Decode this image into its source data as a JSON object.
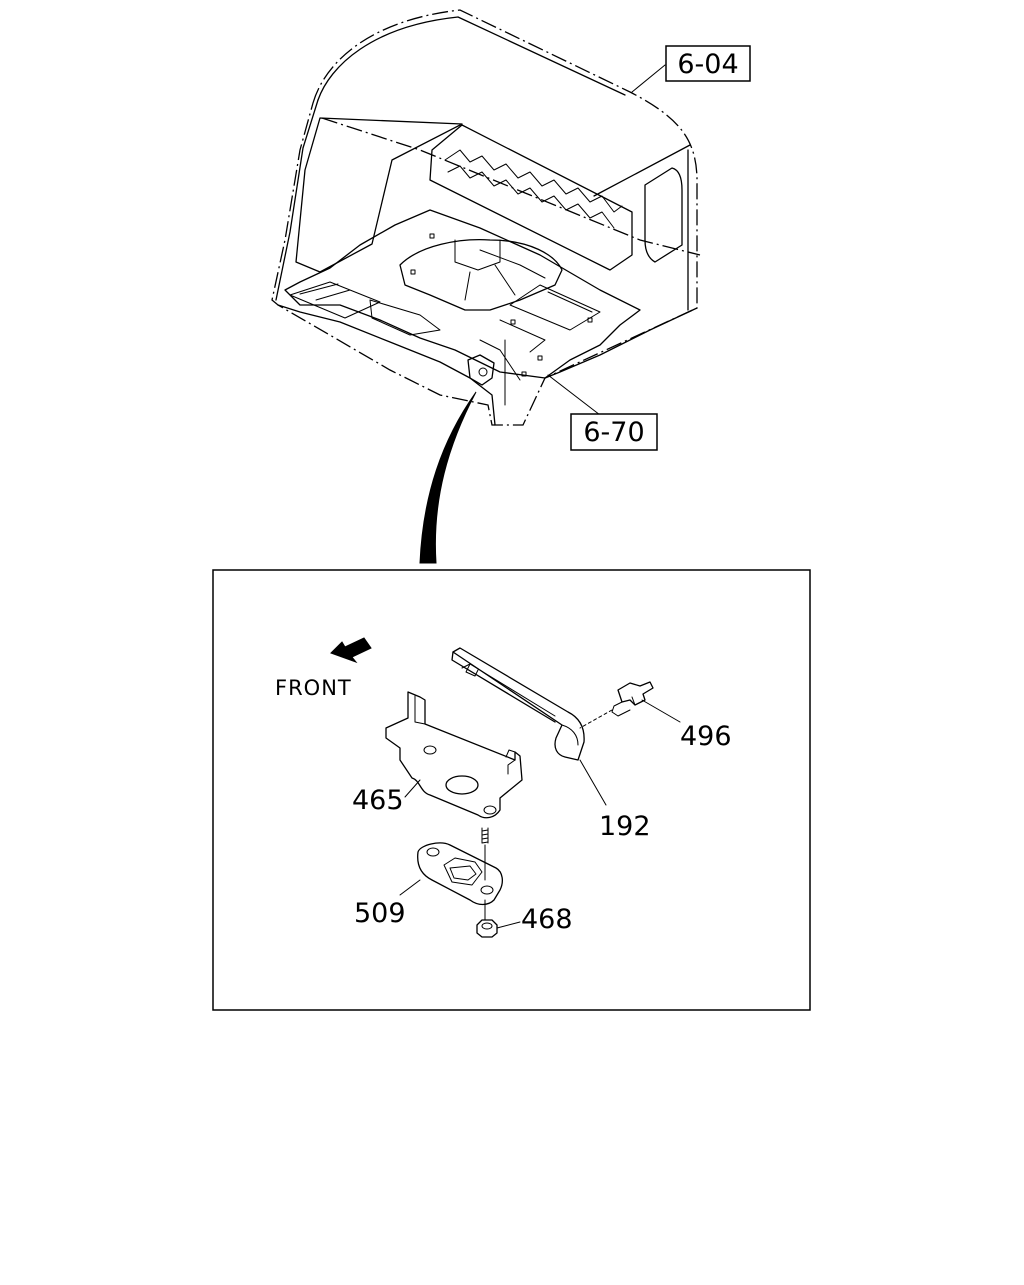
{
  "diagram": {
    "ref_labels": {
      "cab": "6-04",
      "floor": "6-70"
    },
    "front_label": "FRONT",
    "parts": {
      "p192": "192",
      "p465": "465",
      "p468": "468",
      "p496": "496",
      "p509": "509"
    }
  }
}
